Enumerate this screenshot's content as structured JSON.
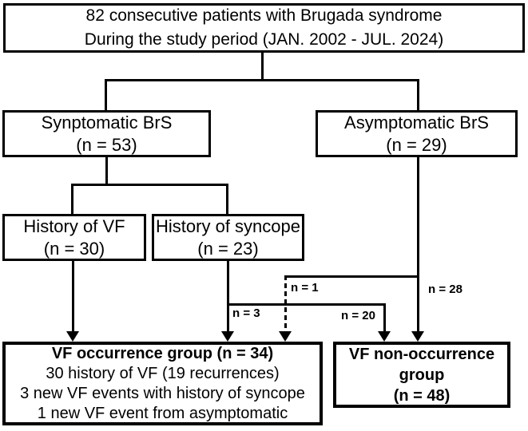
{
  "boxes": {
    "total": [
      "82 consecutive patients with Brugada syndrome",
      "During the study period (JAN. 2002 - JUL. 2024)"
    ],
    "symptomatic": [
      "Synptomatic BrS",
      "(n = 53)"
    ],
    "asymptomatic": [
      "Asymptomatic BrS",
      "(n = 29)"
    ],
    "history_vf": [
      "History of VF",
      "(n = 30)"
    ],
    "history_syncope": [
      "History of syncope",
      "(n = 23)"
    ],
    "vf_occurrence": [
      "VF occurrence group (n = 34)",
      "30 history of VF (19 recurrences)",
      "3 new VF events with history of syncope",
      "1 new VF event from asymptomatic"
    ],
    "vf_non_occurrence": [
      "VF non-occurrence",
      "group",
      "(n = 48)"
    ]
  },
  "edge_labels": {
    "asymptomatic_to_occurrence": "n = 1",
    "syncope_to_occurrence": "n = 3",
    "syncope_to_non_occurrence": "n = 20",
    "asymptomatic_to_non_occurrence": "n = 28"
  },
  "colors": {
    "line": "#000000",
    "text": "#000000",
    "background": "#ffffff"
  }
}
